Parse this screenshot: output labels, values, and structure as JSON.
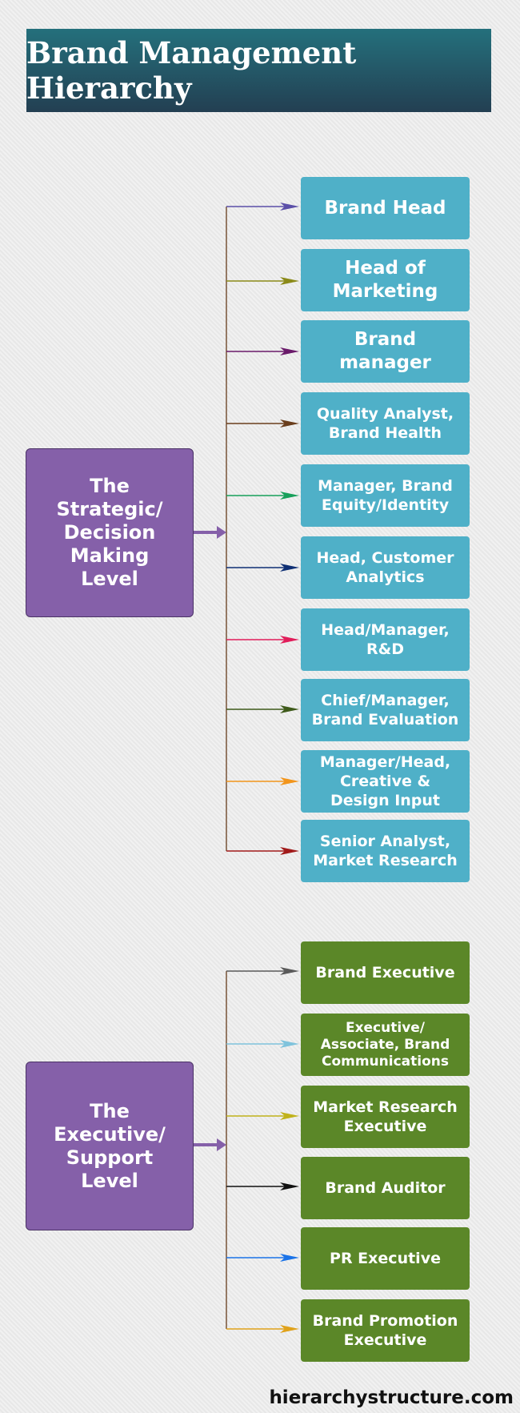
{
  "title": "Brand Management Hierarchy",
  "levels": [
    {
      "label": "The\nStrategic/\nDecision\nMaking\nLevel",
      "connector_color": "#5b2d0a",
      "roles": [
        {
          "label": "Brand Head",
          "arrow_color": "#5b4fa8"
        },
        {
          "label": "Head of\nMarketing",
          "arrow_color": "#8b8a18"
        },
        {
          "label": "Brand\nmanager",
          "arrow_color": "#6a1a6a"
        },
        {
          "label": "Quality Analyst,\nBrand Health",
          "arrow_color": "#6a3e1c"
        },
        {
          "label": "Manager, Brand\nEquity/Identity",
          "arrow_color": "#17a05a"
        },
        {
          "label": "Head, Customer\nAnalytics",
          "arrow_color": "#0e2f74"
        },
        {
          "label": "Head/Manager,\nR&D",
          "arrow_color": "#e11d5a"
        },
        {
          "label": "Chief/Manager,\nBrand Evaluation",
          "arrow_color": "#3e5a1a"
        },
        {
          "label": "Manager/Head,\nCreative &\nDesign Input",
          "arrow_color": "#f2951b"
        },
        {
          "label": "Senior Analyst,\nMarket Research",
          "arrow_color": "#a11a1a"
        }
      ]
    },
    {
      "label": "The\nExecutive/\nSupport\nLevel",
      "connector_color": "#5b2d0a",
      "roles": [
        {
          "label": "Brand Executive",
          "arrow_color": "#5a5a5a"
        },
        {
          "label": "Executive/\nAssociate, Brand\nCommunications",
          "arrow_color": "#7fc3dc"
        },
        {
          "label": "Market Research\nExecutive",
          "arrow_color": "#c0b21a"
        },
        {
          "label": "Brand Auditor",
          "arrow_color": "#111111"
        },
        {
          "label": "PR Executive",
          "arrow_color": "#1a73e8"
        },
        {
          "label": "Brand Promotion\nExecutive",
          "arrow_color": "#e0a21a"
        }
      ]
    }
  ],
  "colors": {
    "level_box": "#8560a9",
    "strategic_roles": "#4fb0c8",
    "executive_roles": "#5b8728",
    "level_arrow": "#8560a9"
  },
  "footer": "hierarchystructure.com"
}
